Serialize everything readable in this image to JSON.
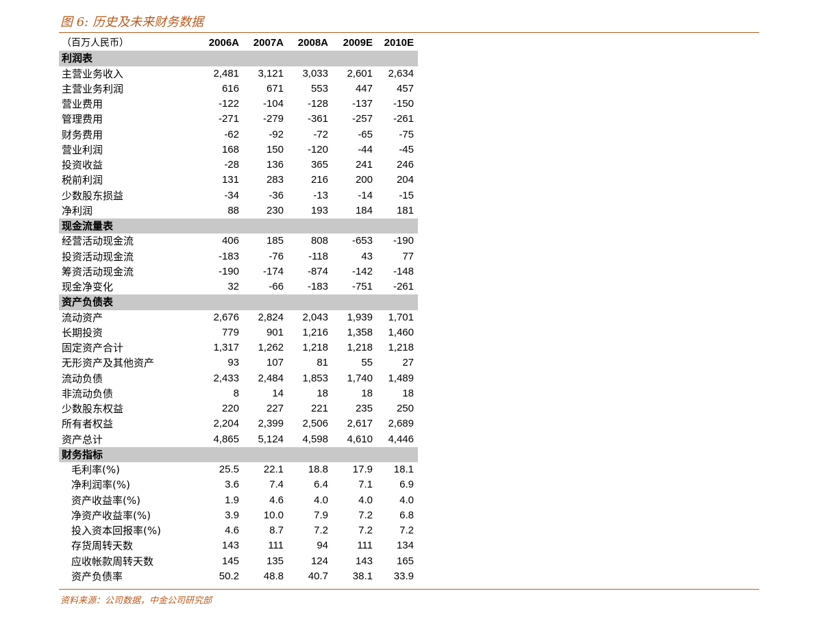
{
  "figure_title": "图 6:  历史及未来财务数据",
  "source_note": "资料来源：公司数据，中金公司研究部",
  "table": {
    "unit_label": "（百万人民币）",
    "columns": [
      "2006A",
      "2007A",
      "2008A",
      "2009E",
      "2010E"
    ],
    "sections": [
      {
        "title": "利润表",
        "indent": false,
        "rows": [
          {
            "label": "主营业务收入",
            "values": [
              "2,481",
              "3,121",
              "3,033",
              "2,601",
              "2,634"
            ]
          },
          {
            "label": "主营业务利润",
            "values": [
              "616",
              "671",
              "553",
              "447",
              "457"
            ]
          },
          {
            "label": "营业费用",
            "values": [
              "-122",
              "-104",
              "-128",
              "-137",
              "-150"
            ]
          },
          {
            "label": "管理费用",
            "values": [
              "-271",
              "-279",
              "-361",
              "-257",
              "-261"
            ]
          },
          {
            "label": "财务费用",
            "values": [
              "-62",
              "-92",
              "-72",
              "-65",
              "-75"
            ]
          },
          {
            "label": "营业利润",
            "values": [
              "168",
              "150",
              "-120",
              "-44",
              "-45"
            ]
          },
          {
            "label": "投资收益",
            "values": [
              "-28",
              "136",
              "365",
              "241",
              "246"
            ]
          },
          {
            "label": "税前利润",
            "values": [
              "131",
              "283",
              "216",
              "200",
              "204"
            ]
          },
          {
            "label": "少数股东损益",
            "values": [
              "-34",
              "-36",
              "-13",
              "-14",
              "-15"
            ]
          },
          {
            "label": "净利润",
            "values": [
              "88",
              "230",
              "193",
              "184",
              "181"
            ]
          }
        ]
      },
      {
        "title": "现金流量表",
        "indent": false,
        "rows": [
          {
            "label": "经营活动现金流",
            "values": [
              "406",
              "185",
              "808",
              "-653",
              "-190"
            ]
          },
          {
            "label": "投资活动现金流",
            "values": [
              "-183",
              "-76",
              "-118",
              "43",
              "77"
            ]
          },
          {
            "label": "筹资活动现金流",
            "values": [
              "-190",
              "-174",
              "-874",
              "-142",
              "-148"
            ]
          },
          {
            "label": "现金净变化",
            "values": [
              "32",
              "-66",
              "-183",
              "-751",
              "-261"
            ]
          }
        ]
      },
      {
        "title": "资产负债表",
        "indent": false,
        "rows": [
          {
            "label": "流动资产",
            "values": [
              "2,676",
              "2,824",
              "2,043",
              "1,939",
              "1,701"
            ]
          },
          {
            "label": "长期投资",
            "values": [
              "779",
              "901",
              "1,216",
              "1,358",
              "1,460"
            ]
          },
          {
            "label": "固定资产合计",
            "values": [
              "1,317",
              "1,262",
              "1,218",
              "1,218",
              "1,218"
            ]
          },
          {
            "label": "无形资产及其他资产",
            "values": [
              "93",
              "107",
              "81",
              "55",
              "27"
            ]
          },
          {
            "label": "流动负债",
            "values": [
              "2,433",
              "2,484",
              "1,853",
              "1,740",
              "1,489"
            ]
          },
          {
            "label": "非流动负债",
            "values": [
              "8",
              "14",
              "18",
              "18",
              "18"
            ]
          },
          {
            "label": "少数股东权益",
            "values": [
              "220",
              "227",
              "221",
              "235",
              "250"
            ]
          },
          {
            "label": "所有者权益",
            "values": [
              "2,204",
              "2,399",
              "2,506",
              "2,617",
              "2,689"
            ]
          },
          {
            "label": "资产总计",
            "values": [
              "4,865",
              "5,124",
              "4,598",
              "4,610",
              "4,446"
            ]
          }
        ]
      },
      {
        "title": "财务指标",
        "indent": true,
        "rows": [
          {
            "label": "毛利率(%)",
            "values": [
              "25.5",
              "22.1",
              "18.8",
              "17.9",
              "18.1"
            ]
          },
          {
            "label": "净利润率(%)",
            "values": [
              "3.6",
              "7.4",
              "6.4",
              "7.1",
              "6.9"
            ]
          },
          {
            "label": "资产收益率(%)",
            "values": [
              "1.9",
              "4.6",
              "4.0",
              "4.0",
              "4.0"
            ]
          },
          {
            "label": "净资产收益率(%)",
            "values": [
              "3.9",
              "10.0",
              "7.9",
              "7.2",
              "6.8"
            ]
          },
          {
            "label": "投入资本回报率(%)",
            "values": [
              "4.6",
              "8.7",
              "7.2",
              "7.2",
              "7.2"
            ]
          },
          {
            "label": "存货周转天数",
            "values": [
              "143",
              "111",
              "94",
              "111",
              "134"
            ]
          },
          {
            "label": "应收帐款周转天数",
            "values": [
              "145",
              "135",
              "124",
              "143",
              "165"
            ]
          },
          {
            "label": "资产负债率",
            "values": [
              "50.2",
              "48.8",
              "40.7",
              "38.1",
              "33.9"
            ]
          }
        ]
      }
    ]
  }
}
